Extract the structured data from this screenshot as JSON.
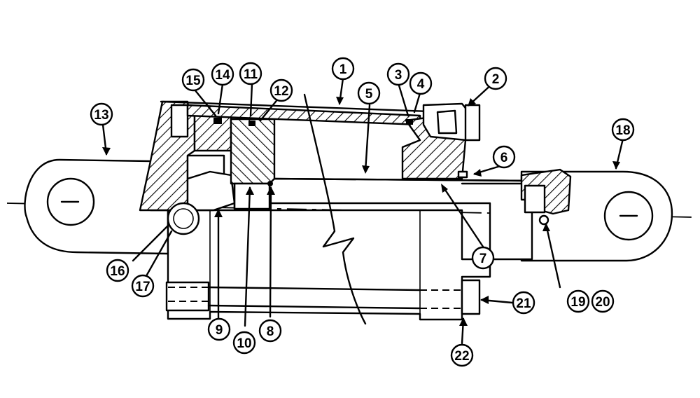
{
  "figure": {
    "background": "#ffffff",
    "ink": "#000000"
  },
  "callouts": {
    "c1": "1",
    "c2": "2",
    "c3": "3",
    "c4": "4",
    "c5": "5",
    "c6": "6",
    "c7": "7",
    "c8": "8",
    "c9": "9",
    "c10": "10",
    "c11": "11",
    "c12": "12",
    "c13": "13",
    "c14": "14",
    "c15": "15",
    "c16": "16",
    "c17": "17",
    "c18": "18",
    "c19": "19",
    "c20": "20",
    "c21": "21",
    "c22": "22"
  }
}
